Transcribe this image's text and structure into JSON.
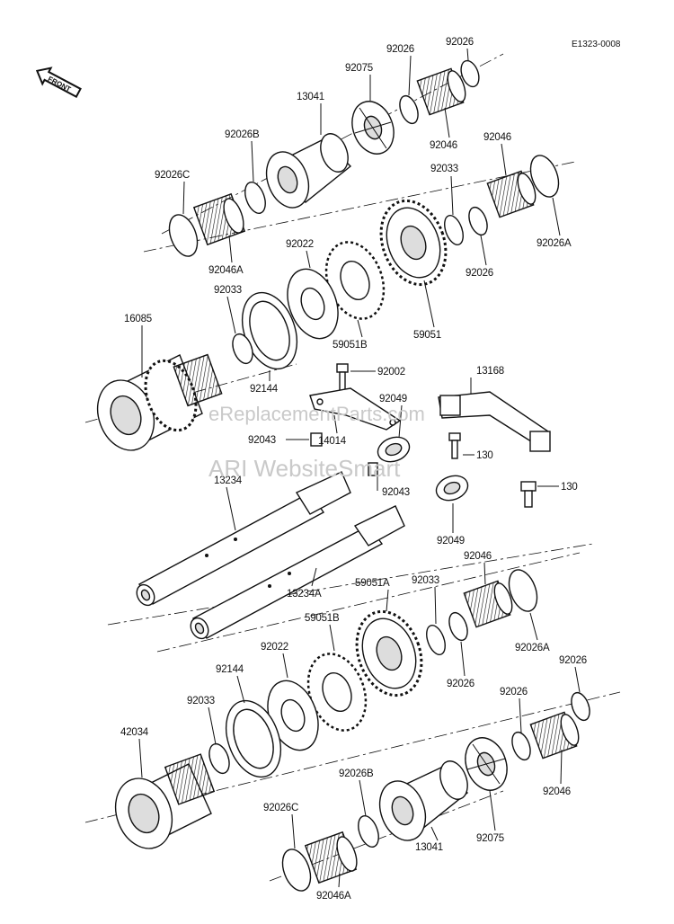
{
  "diagram_code": "E1323-0008",
  "front_label": "FRONT",
  "watermarks": [
    "eReplacementParts.com",
    "ARI WebsiteSmart"
  ],
  "labels": [
    {
      "id": "l1",
      "text": "92026"
    },
    {
      "id": "l2",
      "text": "92026"
    },
    {
      "id": "l3",
      "text": "92075"
    },
    {
      "id": "l4",
      "text": "13041"
    },
    {
      "id": "l5",
      "text": "92026B"
    },
    {
      "id": "l6",
      "text": "92046"
    },
    {
      "id": "l7",
      "text": "92046"
    },
    {
      "id": "l8",
      "text": "92033"
    },
    {
      "id": "l9",
      "text": "92026C"
    },
    {
      "id": "l10",
      "text": "92046A"
    },
    {
      "id": "l11",
      "text": "92022"
    },
    {
      "id": "l12",
      "text": "92026"
    },
    {
      "id": "l13",
      "text": "92026A"
    },
    {
      "id": "l14",
      "text": "92033"
    },
    {
      "id": "l15",
      "text": "59051B"
    },
    {
      "id": "l16",
      "text": "59051"
    },
    {
      "id": "l17",
      "text": "16085"
    },
    {
      "id": "l18",
      "text": "92144"
    },
    {
      "id": "l19",
      "text": "92002"
    },
    {
      "id": "l20",
      "text": "13168"
    },
    {
      "id": "l21",
      "text": "92049"
    },
    {
      "id": "l22",
      "text": "92043"
    },
    {
      "id": "l23",
      "text": "14014"
    },
    {
      "id": "l24",
      "text": "130"
    },
    {
      "id": "l25",
      "text": "92043"
    },
    {
      "id": "l26",
      "text": "13234"
    },
    {
      "id": "l27",
      "text": "130"
    },
    {
      "id": "l28",
      "text": "92049"
    },
    {
      "id": "l29",
      "text": "92046"
    },
    {
      "id": "l30",
      "text": "59051A"
    },
    {
      "id": "l31",
      "text": "92033"
    },
    {
      "id": "l32",
      "text": "13234A"
    },
    {
      "id": "l33",
      "text": "59051B"
    },
    {
      "id": "l34",
      "text": "92026A"
    },
    {
      "id": "l35",
      "text": "92022"
    },
    {
      "id": "l36",
      "text": "92144"
    },
    {
      "id": "l37",
      "text": "92026"
    },
    {
      "id": "l38",
      "text": "92026"
    },
    {
      "id": "l39",
      "text": "92026"
    },
    {
      "id": "l40",
      "text": "92033"
    },
    {
      "id": "l41",
      "text": "42034"
    },
    {
      "id": "l42",
      "text": "92026B"
    },
    {
      "id": "l43",
      "text": "92046"
    },
    {
      "id": "l44",
      "text": "92026C"
    },
    {
      "id": "l45",
      "text": "92075"
    },
    {
      "id": "l46",
      "text": "13041"
    },
    {
      "id": "l47",
      "text": "92046A"
    }
  ]
}
